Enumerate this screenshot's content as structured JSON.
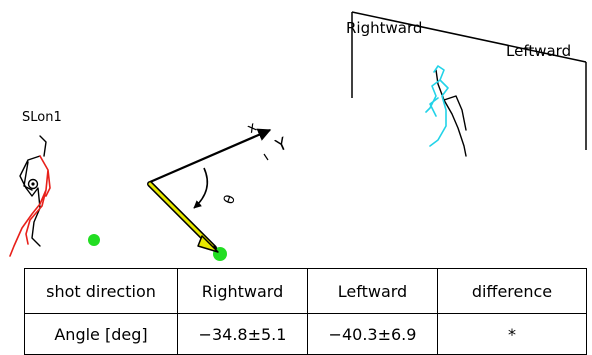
{
  "subject_label": "SLon1",
  "goal": {
    "right_label": "Rightward",
    "left_label": "Leftward"
  },
  "axis": {
    "x_label": "x",
    "y_label": "Y",
    "angle_symbol": "θ"
  },
  "colors": {
    "kicker_limbs": "#e8201a",
    "keeper": "#22d3e8",
    "ball": "#22dd22",
    "shot_arrow": "#e8e800"
  },
  "table": {
    "header": [
      "shot direction",
      "Rightward",
      "Leftward",
      "difference"
    ],
    "rows": [
      [
        "Angle [deg]",
        "−34.8±5.1",
        "−40.3±6.9",
        "*"
      ]
    ]
  }
}
